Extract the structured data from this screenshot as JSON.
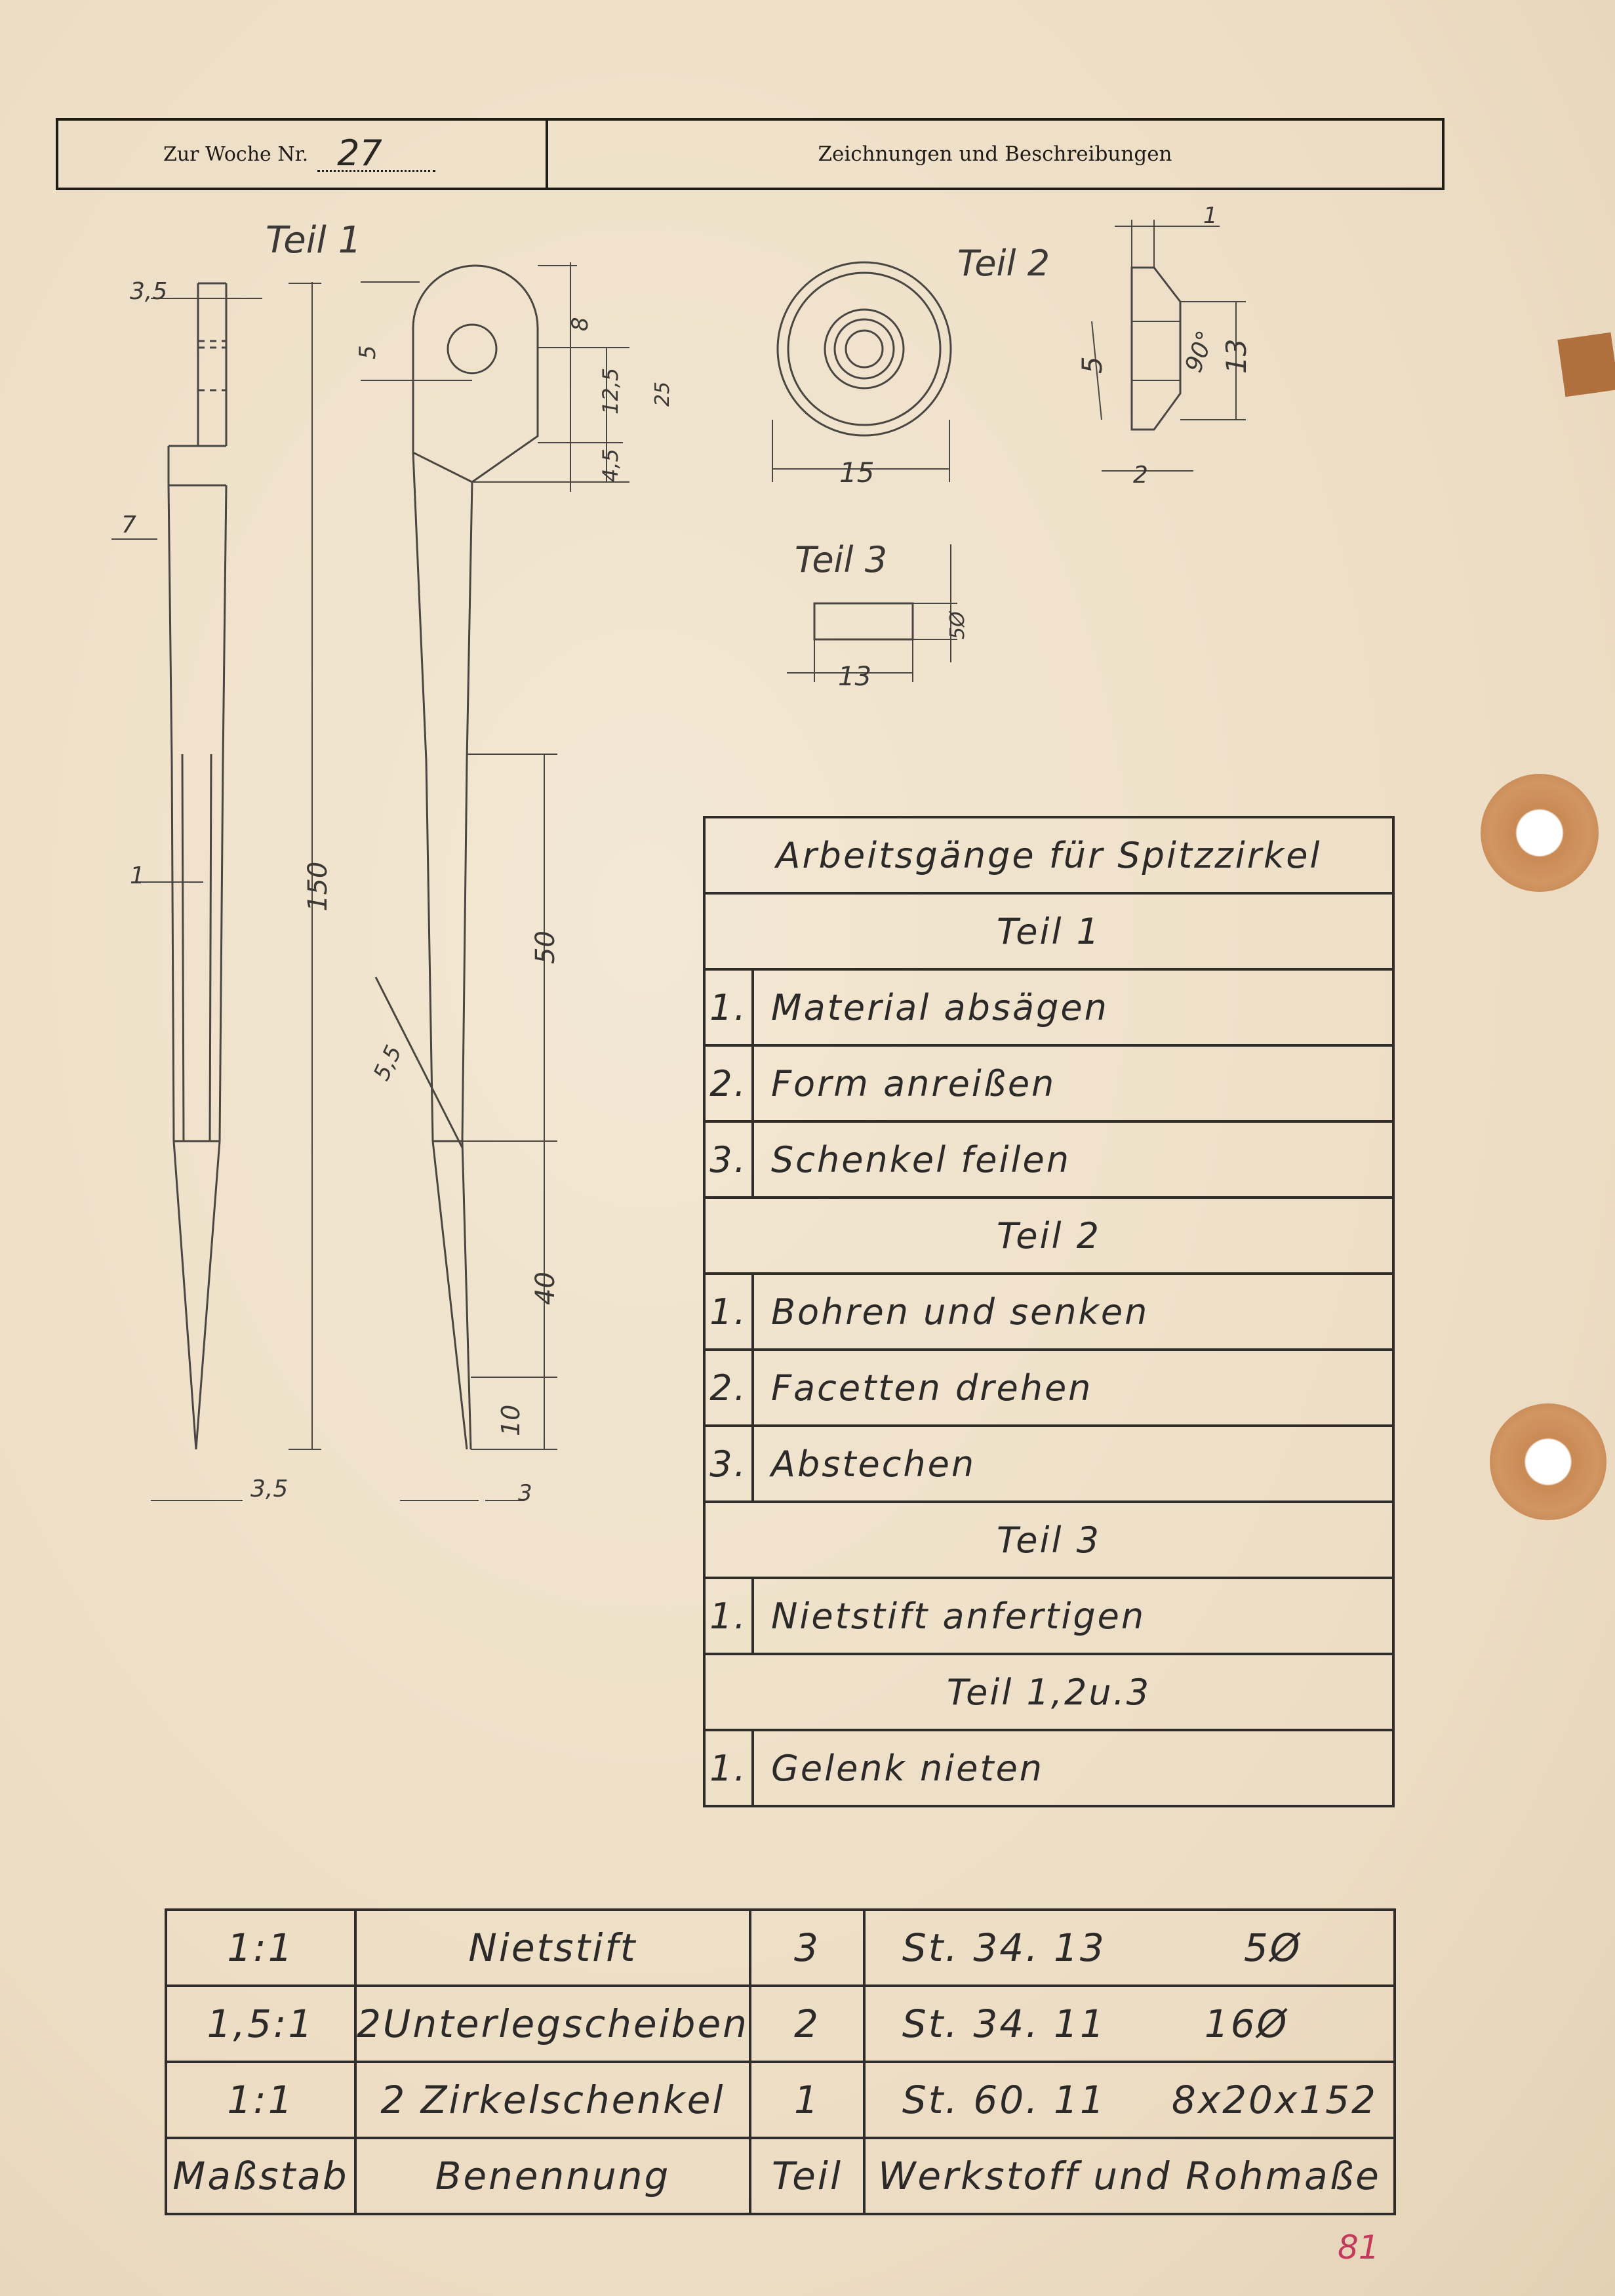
{
  "header": {
    "week_label": "Zur Woche Nr.",
    "week_number": "27",
    "title": "Zeichnungen und Beschreibungen"
  },
  "drawing": {
    "part1_label": "Teil 1",
    "part2_label": "Teil 2",
    "part3_label": "Teil 3",
    "part1_dims": {
      "top_width": "3,5",
      "shank": "7",
      "thickness": "1",
      "total_length": "150",
      "tip_width": "3,5",
      "eye_offset": "5",
      "eye_height": "8",
      "head": "12,5",
      "head_total": "25",
      "head_taper": "4,5",
      "blade_length": "50",
      "angle_dim": "5,5",
      "tip_length": "40",
      "point_length": "10",
      "point_width": "3"
    },
    "part2_dims": {
      "top": "1",
      "bore": "5",
      "angle": "90°",
      "height": "13",
      "diameter": "15",
      "bottom": "2"
    },
    "part3_dims": {
      "diameter": "5Ø",
      "length": "13"
    }
  },
  "operations": {
    "title": "Arbeitsgänge für Spitzzirkel",
    "sections": [
      {
        "heading": "Teil 1",
        "steps": [
          {
            "n": "1.",
            "text": "Material absägen"
          },
          {
            "n": "2.",
            "text": "Form anreißen"
          },
          {
            "n": "3.",
            "text": "Schenkel feilen"
          }
        ]
      },
      {
        "heading": "Teil 2",
        "steps": [
          {
            "n": "1.",
            "text": "Bohren und senken"
          },
          {
            "n": "2.",
            "text": "Facetten drehen"
          },
          {
            "n": "3.",
            "text": "Abstechen"
          }
        ]
      },
      {
        "heading": "Teil 3",
        "steps": [
          {
            "n": "1.",
            "text": "Nietstift anfertigen"
          }
        ]
      },
      {
        "heading": "Teil 1,2u.3",
        "steps": [
          {
            "n": "1.",
            "text": "Gelenk nieten"
          }
        ]
      }
    ]
  },
  "parts_list": {
    "rows": [
      {
        "scale": "1:1",
        "name": "Nietstift",
        "part": "3",
        "material": "St. 34. 13",
        "size": "5Ø"
      },
      {
        "scale": "1,5:1",
        "name": "2Unterlegscheiben",
        "part": "2",
        "material": "St. 34. 11",
        "size": "16Ø"
      },
      {
        "scale": "1:1",
        "name": "2 Zirkelschenkel",
        "part": "1",
        "material": "St. 60. 11",
        "size": "8x20x152"
      }
    ],
    "footer": {
      "scale": "Maßstab",
      "name": "Benennung",
      "part": "Teil",
      "material": "Werkstoff und Rohmaße"
    }
  },
  "corner_mark": "81"
}
